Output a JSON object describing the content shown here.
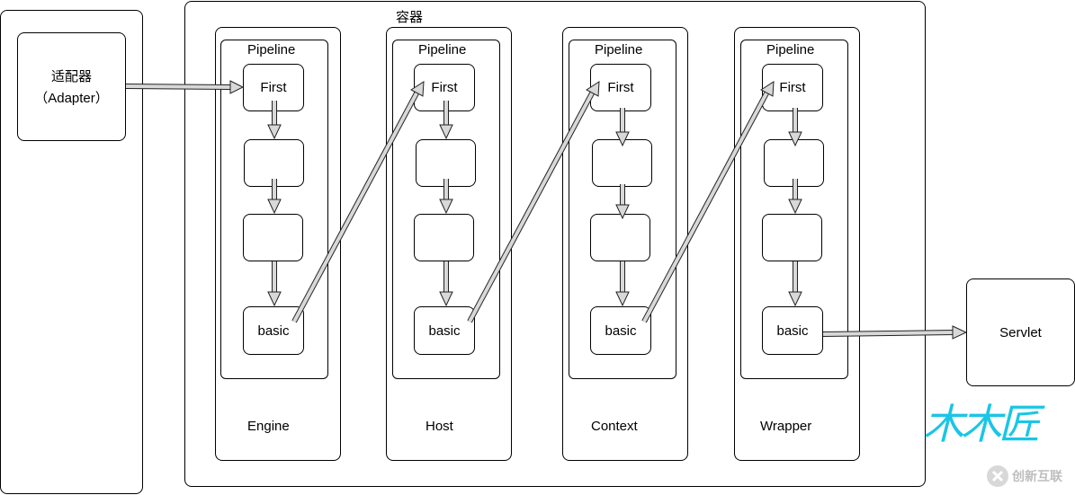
{
  "adapter": {
    "line1": "适配器",
    "line2": "（Adapter）"
  },
  "container_title": "容器",
  "columns": [
    {
      "name": "Engine",
      "pipeline": "Pipeline",
      "first": "First",
      "basic": "basic"
    },
    {
      "name": "Host",
      "pipeline": "Pipeline",
      "first": "First",
      "basic": "basic"
    },
    {
      "name": "Context",
      "pipeline": "Pipeline",
      "first": "First",
      "basic": "basic"
    },
    {
      "name": "Wrapper",
      "pipeline": "Pipeline",
      "first": "First",
      "basic": "basic"
    }
  ],
  "servlet": "Servlet",
  "watermark": {
    "text": "木木匠",
    "color": "#19c6e6"
  },
  "logo": {
    "text": "创新互联"
  }
}
